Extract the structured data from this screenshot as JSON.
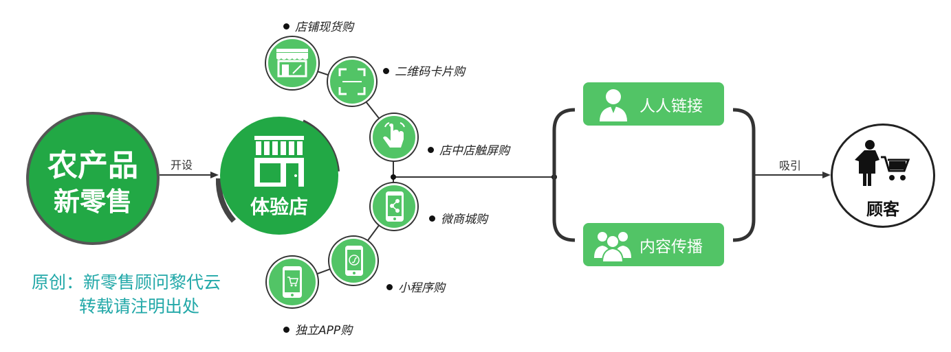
{
  "source": {
    "line1": "农产品",
    "line2": "新零售"
  },
  "edge_open": "开设",
  "store": {
    "label": "体验店"
  },
  "channels": [
    {
      "id": "shop",
      "label": "店铺现货购",
      "icon": "storefront-icon"
    },
    {
      "id": "qr",
      "label": "二维码卡片购",
      "icon": "qr-scan-icon"
    },
    {
      "id": "touch",
      "label": "店中店触屏购",
      "icon": "touch-hand-icon"
    },
    {
      "id": "mall",
      "label": "微商城购",
      "icon": "phone-share-icon"
    },
    {
      "id": "mini",
      "label": "小程序购",
      "icon": "phone-miniprogram-icon"
    },
    {
      "id": "app",
      "label": "独立APP购",
      "icon": "phone-cart-icon"
    }
  ],
  "pills": {
    "top": "人人链接",
    "bottom": "内容传播"
  },
  "edge_attract": "吸引",
  "customer": {
    "label": "顾客",
    "icon": "shopper-cart-icon"
  },
  "note": {
    "line1": "原创：新零售顾问黎代云",
    "line2": "转载请注明出处"
  },
  "colors": {
    "primary_green": "#22a845",
    "light_green": "#52c466",
    "note_teal": "#22a8a8",
    "dark": "#333333"
  }
}
